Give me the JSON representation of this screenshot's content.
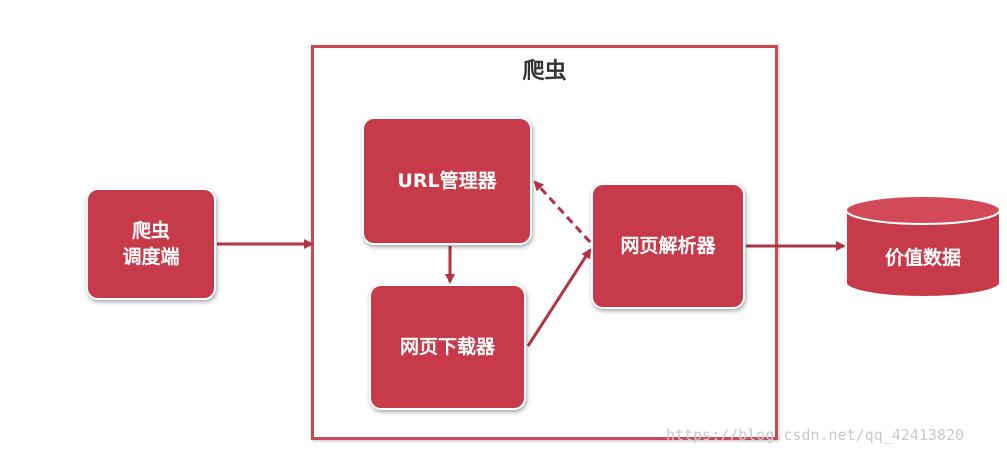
{
  "diagram": {
    "frame_title": "爬虫",
    "nodes": {
      "scheduler": {
        "line1": "爬虫",
        "line2": "调度端"
      },
      "url_manager": {
        "label": "URL管理器"
      },
      "downloader": {
        "label": "网页下载器"
      },
      "parser": {
        "label": "网页解析器"
      },
      "value_data": {
        "label": "价值数据"
      }
    },
    "watermark": "https://blog.csdn.net/qq_42413820"
  },
  "colors": {
    "node_fill": "#c73a4a",
    "frame_border": "#c94955",
    "arrow": "#b03444",
    "text_dark": "#333333"
  }
}
